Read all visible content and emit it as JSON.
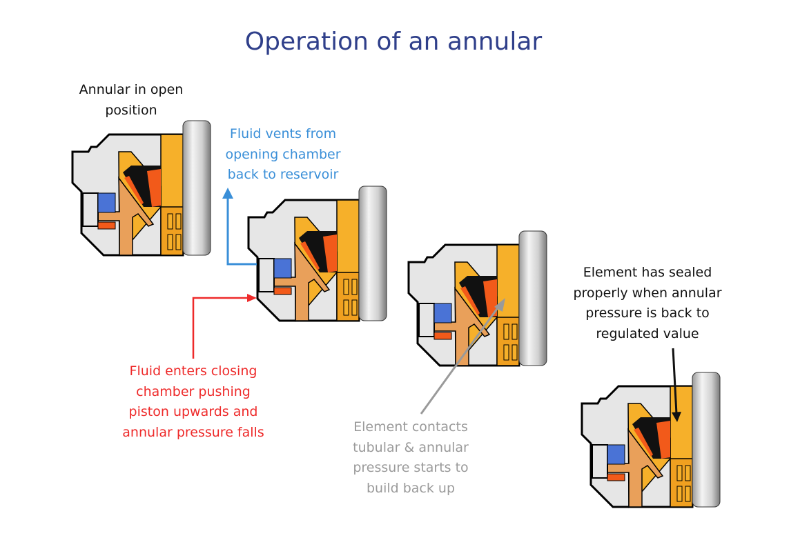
{
  "title": "Operation of an annular",
  "labels": {
    "open": [
      "Annular in open",
      "position"
    ],
    "vent": [
      "Fluid vents from",
      "opening chamber",
      "back to reservoir"
    ],
    "enter": [
      "Fluid enters closing",
      "chamber pushing",
      "piston upwards and",
      "annular pressure falls"
    ],
    "contact": [
      "Element contacts",
      "tubular & annular",
      "pressure starts to",
      "build back up"
    ],
    "sealed": [
      "Element has sealed",
      "properly when annular",
      "pressure is back to",
      "regulated value"
    ]
  },
  "colors": {
    "title": "#2f3f8a",
    "vent": "#3a8fd8",
    "enter": "#ee2a2a",
    "contact": "#9a9a9a",
    "sealed": "#111111",
    "housing": "#e6e6e6",
    "yellow": "#f6b02a",
    "piston": "#e9a05a",
    "element_red": "#f25a1a",
    "chamber_blue": "#4a73d6"
  }
}
